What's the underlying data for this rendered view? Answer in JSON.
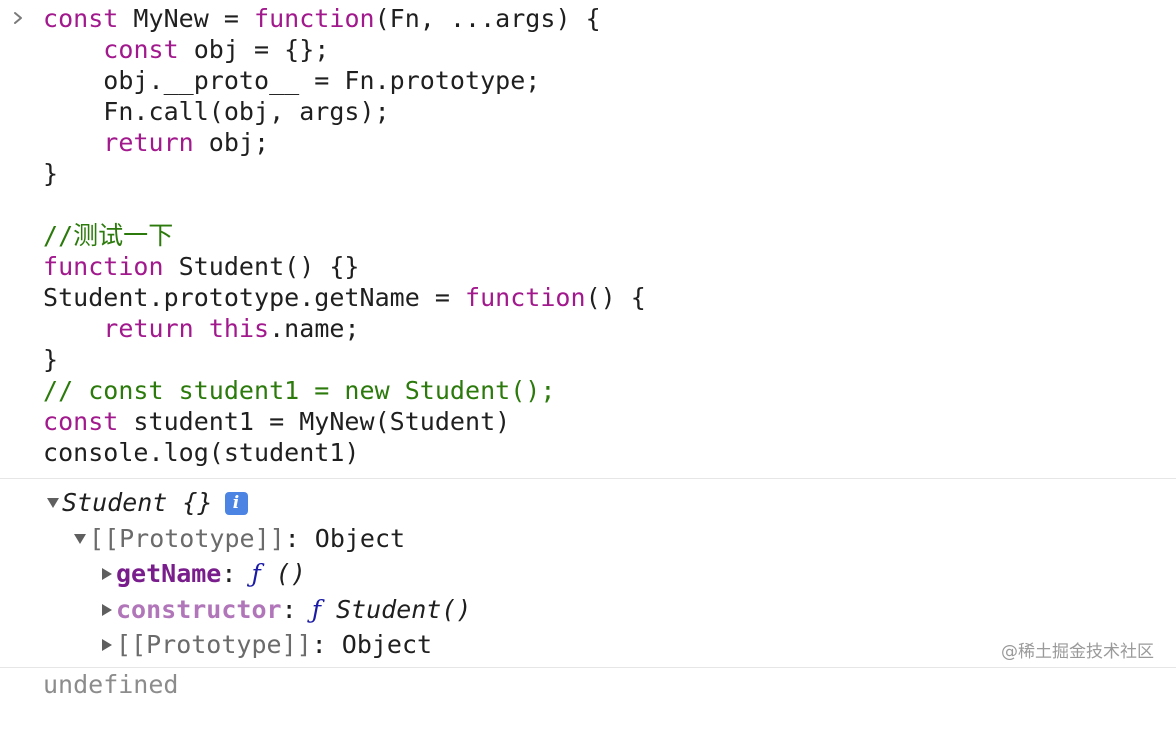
{
  "colors": {
    "keyword": "#a2198d",
    "comment": "#2b7a0b",
    "text": "#1f1f1f",
    "own_property": "#7a1d8c",
    "inherited_property": "#b176b9",
    "function_marker": "#1a1aa6",
    "info_badge": "#4c84e4"
  },
  "input": {
    "prompt_icon": "chevron-right-icon",
    "lines": [
      [
        {
          "t": "const",
          "k": "kw"
        },
        {
          "t": " MyNew = "
        },
        {
          "t": "function",
          "k": "kw"
        },
        {
          "t": "(Fn, ...args) {"
        }
      ],
      [
        {
          "t": "    "
        },
        {
          "t": "const",
          "k": "kw"
        },
        {
          "t": " obj = {};"
        }
      ],
      [
        {
          "t": "    obj.__proto__ = Fn.prototype;"
        }
      ],
      [
        {
          "t": "    Fn.call(obj, args);"
        }
      ],
      [
        {
          "t": "    "
        },
        {
          "t": "return",
          "k": "kw"
        },
        {
          "t": " obj;"
        }
      ],
      [
        {
          "t": "}"
        }
      ],
      [
        {
          "t": ""
        }
      ],
      [
        {
          "t": "//测试一下",
          "k": "cm"
        }
      ],
      [
        {
          "t": "function",
          "k": "kw"
        },
        {
          "t": " Student() {}"
        }
      ],
      [
        {
          "t": "Student.prototype.getName = "
        },
        {
          "t": "function",
          "k": "kw"
        },
        {
          "t": "() {"
        }
      ],
      [
        {
          "t": "    "
        },
        {
          "t": "return",
          "k": "kw"
        },
        {
          "t": " "
        },
        {
          "t": "this",
          "k": "kw"
        },
        {
          "t": ".name;"
        }
      ],
      [
        {
          "t": "}"
        }
      ],
      [
        {
          "t": "// const student1 = new Student();",
          "k": "cm"
        }
      ],
      [
        {
          "t": "const",
          "k": "kw"
        },
        {
          "t": " student1 = MyNew(Student)"
        }
      ],
      [
        {
          "t": "console.log(student1)"
        }
      ]
    ]
  },
  "result": {
    "root": {
      "label": "Student {}",
      "expanded": true,
      "info_icon": "info-icon",
      "info_text": "i"
    },
    "prototype": {
      "key": "[[Prototype]]",
      "sep": ": ",
      "value": "Object",
      "expanded": true
    },
    "children": [
      {
        "key": "getName",
        "sep": ": ",
        "f": "ƒ",
        "sig": " ()",
        "own": true
      },
      {
        "key": "constructor",
        "sep": ": ",
        "f": "ƒ",
        "sig": " Student()",
        "own": false
      },
      {
        "key": "[[Prototype]]",
        "sep": ": ",
        "value": "Object",
        "own": false,
        "proto": true
      }
    ]
  },
  "watermark": "@稀土掘金技术社区",
  "cut_off_text": "undefined"
}
